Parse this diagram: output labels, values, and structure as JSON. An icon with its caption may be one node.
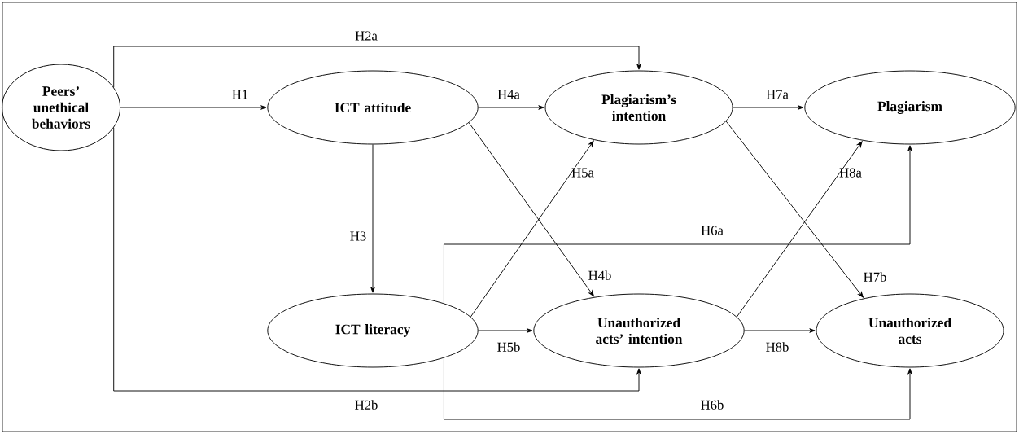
{
  "diagram": {
    "nodes": [
      {
        "text": [
          "Peers’ unethical behaviors"
        ]
      },
      {
        "text": [
          "ICT attitude"
        ]
      },
      {
        "text": [
          "Plagiarism’s intention"
        ]
      },
      {
        "text": [
          "Plagiarism"
        ]
      },
      {
        "text": [
          "ICT literacy"
        ]
      },
      {
        "text": [
          "Unauthorized acts’ intention"
        ]
      },
      {
        "text": [
          "Unauthorized acts"
        ]
      }
    ],
    "edges": [
      {
        "from": 0,
        "to": 1,
        "arrow": "to",
        "label": "H1"
      },
      {
        "from": 0,
        "to": 2,
        "arrow": "to",
        "label": "H2a"
      },
      {
        "from": 0,
        "to": 5,
        "arrow": "to",
        "label": "H2b"
      },
      {
        "from": 1,
        "to": 4,
        "arrow": "to",
        "label": "H3"
      },
      {
        "from": 1,
        "to": 2,
        "arrow": "to",
        "label": "H4a"
      },
      {
        "from": 1,
        "to": 5,
        "arrow": "to",
        "label": "H4b"
      },
      {
        "from": 4,
        "to": 2,
        "arrow": "to",
        "label": "H5a"
      },
      {
        "from": 4,
        "to": 5,
        "arrow": "to",
        "label": "H5b"
      },
      {
        "from": 4,
        "to": 3,
        "arrow": "to",
        "label": "H6a"
      },
      {
        "from": 4,
        "to": 6,
        "arrow": "to",
        "label": "H6b"
      },
      {
        "from": 2,
        "to": 3,
        "arrow": "to",
        "label": "H7a"
      },
      {
        "from": 2,
        "to": 6,
        "arrow": "to",
        "label": "H7b"
      },
      {
        "from": 5,
        "to": 3,
        "arrow": "to",
        "label": "H8a"
      },
      {
        "from": 5,
        "to": 6,
        "arrow": "to",
        "label": "H8b"
      }
    ]
  }
}
